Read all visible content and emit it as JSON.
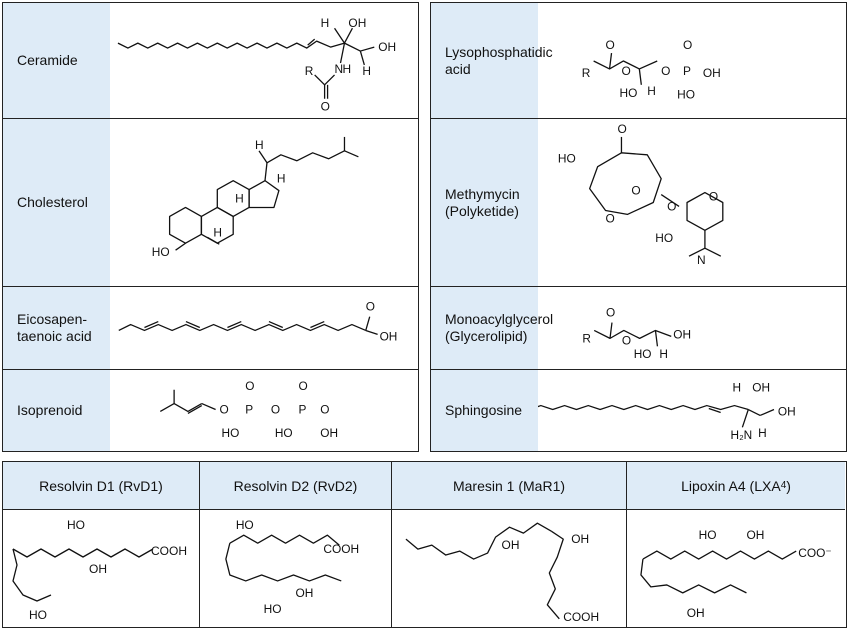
{
  "left_panel": {
    "rows": [
      {
        "label": "Ceramide",
        "atoms": [
          "H",
          "OH",
          "OH",
          "N",
          "H",
          "H",
          "R",
          "O"
        ]
      },
      {
        "label": "Cholesterol",
        "atoms": [
          "H",
          "H",
          "H",
          "H",
          "HO"
        ]
      },
      {
        "label": "Eicosapen-\ntaenoic acid",
        "atoms": [
          "O",
          "OH"
        ]
      },
      {
        "label": "Isoprenoid",
        "atoms": [
          "O",
          "O",
          "P",
          "P",
          "O",
          "O",
          "O",
          "HO",
          "HO",
          "OH"
        ]
      }
    ]
  },
  "right_panel": {
    "rows": [
      {
        "label": "Lysophosphatidic\nacid",
        "atoms": [
          "O",
          "O",
          "R",
          "O",
          "O",
          "P",
          "OH",
          "HO",
          "H",
          "HO"
        ]
      },
      {
        "label": "Methymycin\n(Polyketide)",
        "atoms": [
          "O",
          "HO",
          "O",
          "O",
          "O",
          "O",
          "HO",
          "N"
        ]
      },
      {
        "label": "Monoacylglycerol\n(Glycerolipid)",
        "atoms": [
          "O",
          "R",
          "O",
          "OH",
          "HO",
          "H"
        ]
      },
      {
        "label": "Sphingosine",
        "atoms": [
          "H",
          "OH",
          "OH",
          "H₂N",
          "H"
        ]
      }
    ]
  },
  "bottom_panel": {
    "columns": [
      {
        "title": "Resolvin D1 (RvD1)",
        "atoms": [
          "HO",
          "COOH",
          "OH",
          "HO"
        ]
      },
      {
        "title": "Resolvin D2 (RvD2)",
        "atoms": [
          "HO",
          "COOH",
          "HO",
          "OH"
        ]
      },
      {
        "title": "Maresin 1 (MaR1)",
        "atoms": [
          "OH",
          "OH",
          "COOH"
        ]
      },
      {
        "title_main": "Lipoxin A4 (LXA",
        "title_sub": "4",
        "title_end": ")",
        "atoms": [
          "HO",
          "OH",
          "COO⁻",
          "OH"
        ]
      }
    ]
  }
}
